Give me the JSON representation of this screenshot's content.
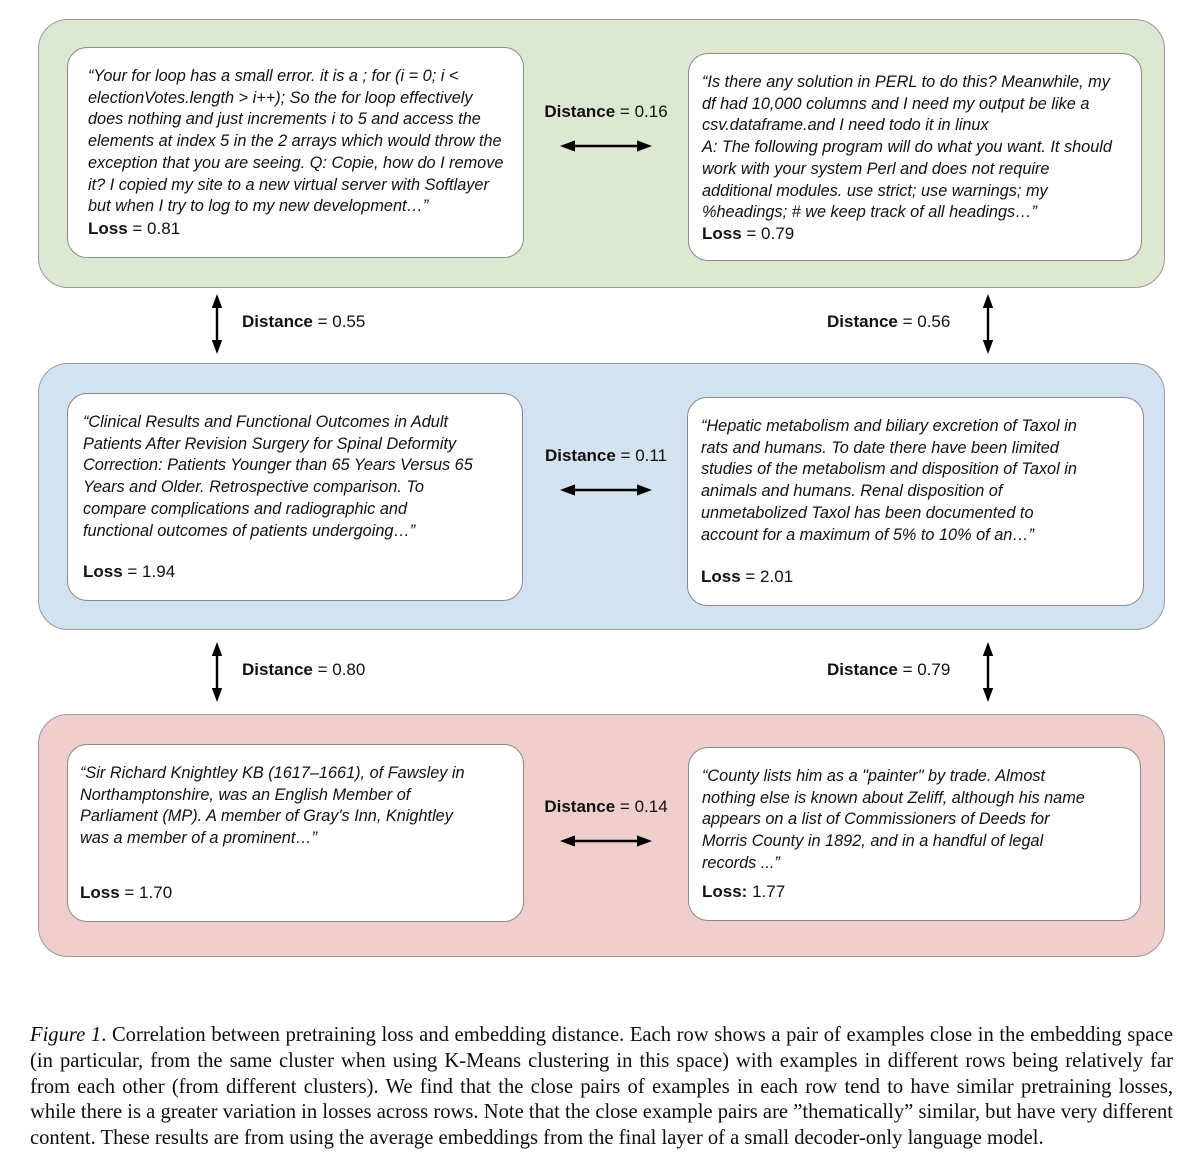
{
  "figure": {
    "rows": [
      {
        "color": "#dce8d2",
        "left": {
          "quote": "“Your for loop has a small error. it is a ; for (i = 0; i < electionVotes.length > i++); So the for loop effectively does nothing and just increments i to 5 and access the elements at index 5 in the 2 arrays which would throw the exception that you are seeing. Q: Copie, how do I remove it? I copied my site to a new virtual server with Softlayer but when I try to log to my new development…”",
          "loss_label": "Loss",
          "loss_rest": " = 0.81"
        },
        "distance_label": "Distance",
        "distance_rest": " = 0.16",
        "right": {
          "quote": "“Is there any solution in PERL to do this? Meanwhile, my df had 10,000 columns and I need my output be like a csv.dataframe.and I need todo it in linux\nA: The following program will do what you want. It should work with your system Perl and does not require additional modules. use strict; use warnings; my %headings; # we keep track of all headings…”",
          "loss_label": "Loss",
          "loss_rest": " = 0.79"
        }
      },
      {
        "color": "#d3e2f0",
        "left": {
          "quote": "“Clinical Results and Functional Outcomes in Adult Patients After Revision Surgery for Spinal Deformity Correction: Patients Younger than 65 Years Versus 65 Years and Older. Retrospective comparison. To compare complications and radiographic and functional outcomes of patients undergoing…”",
          "loss_label": "Loss",
          "loss_rest": " = 1.94"
        },
        "distance_label": "Distance",
        "distance_rest": " = 0.11",
        "right": {
          "quote": "“Hepatic metabolism and biliary excretion of Taxol in rats and humans. To date there have been limited studies of the metabolism and disposition of Taxol in animals and humans. Renal disposition of unmetabolized Taxol has been documented to account for a maximum of 5% to 10% of an…”",
          "loss_label": "Loss",
          "loss_rest": " = 2.01"
        }
      },
      {
        "color": "#efcecc",
        "left": {
          "quote": "“Sir Richard Knightley KB (1617–1661), of Fawsley in Northamptonshire, was an English Member of Parliament (MP). A member of Gray's Inn, Knightley was a member of a prominent…”",
          "loss_label": "Loss",
          "loss_rest": " = 1.70"
        },
        "distance_label": "Distance",
        "distance_rest": " = 0.14",
        "right": {
          "quote": "“County lists him as a \"painter\" by trade. Almost nothing else is known about Zeliff, although his name appears on a list of Commissioners of Deeds for Morris County in 1892, and in a handful of legal records ...”",
          "loss_label": "Loss:",
          "loss_rest": " 1.77"
        }
      }
    ],
    "links": [
      {
        "left_label": "Distance",
        "left_rest": " = 0.55",
        "right_label": "Distance",
        "right_rest": " = 0.56"
      },
      {
        "left_label": "Distance",
        "left_rest": " = 0.80",
        "right_label": "Distance",
        "right_rest": " = 0.79"
      }
    ],
    "caption": {
      "prefix": "Figure 1",
      "body": ". Correlation between pretraining loss and embedding distance. Each row shows a pair of examples close in the embedding space (in particular, from the same cluster when using K-Means clustering in this space) with examples in different rows being relatively far from each other (from different clusters). We find that the close pairs of examples in each row tend to have similar pretraining losses, while there is a greater variation in losses across rows. Note that the close example pairs are ”thematically” similar, but have very different content. These results are from using the average embeddings from the final layer of a small decoder-only language model."
    }
  }
}
